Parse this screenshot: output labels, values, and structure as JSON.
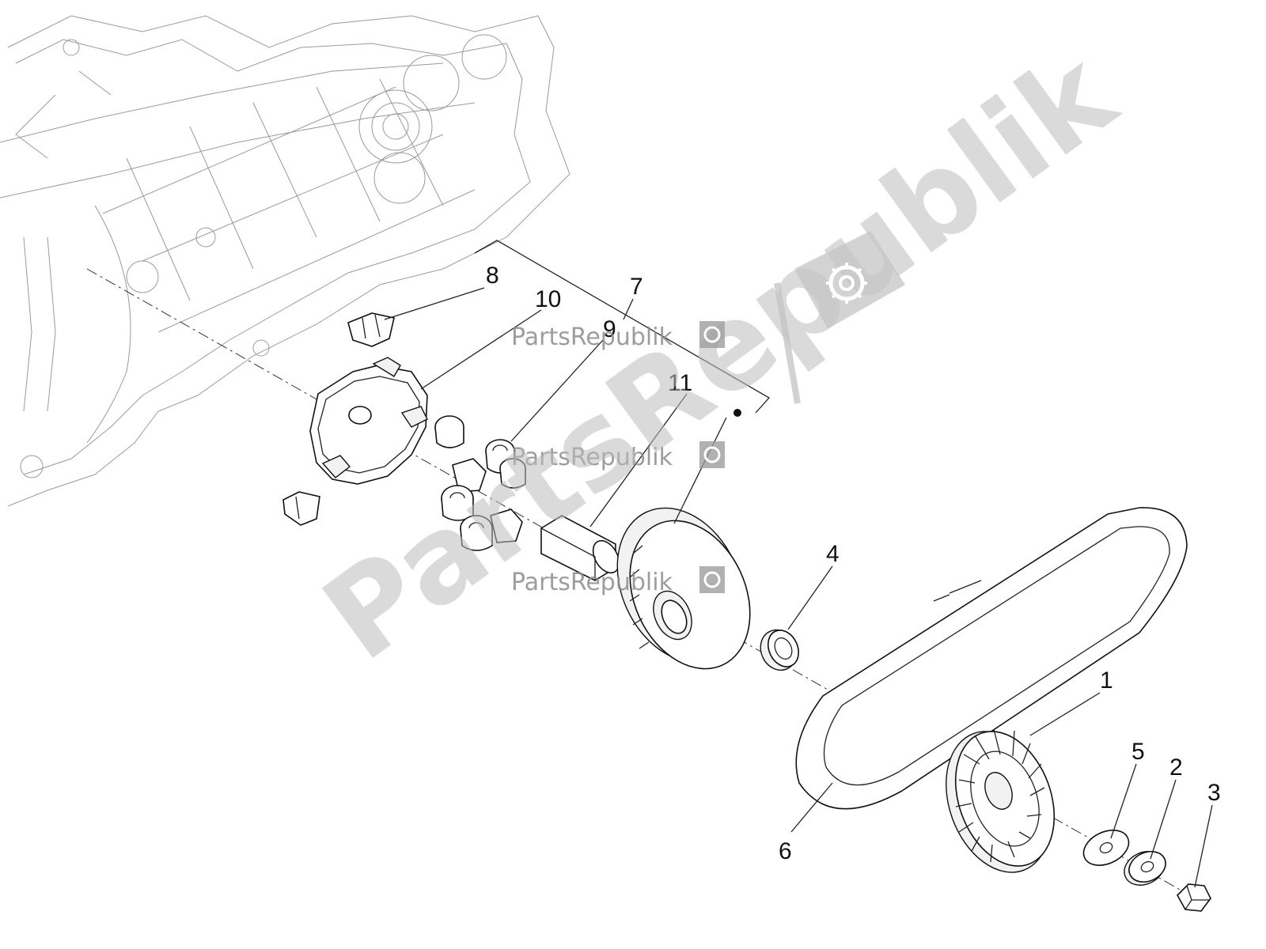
{
  "watermark": {
    "brand": "PartsRepublik",
    "color": "#b0b0b0",
    "icon": "gear-flag-icon"
  },
  "callouts": [
    {
      "id": "1",
      "label": "1"
    },
    {
      "id": "2",
      "label": "2"
    },
    {
      "id": "3",
      "label": "3"
    },
    {
      "id": "4",
      "label": "4"
    },
    {
      "id": "5",
      "label": "5"
    },
    {
      "id": "6",
      "label": "6"
    },
    {
      "id": "7",
      "label": "7"
    },
    {
      "id": "8",
      "label": "8"
    },
    {
      "id": "9",
      "label": "9"
    },
    {
      "id": "10",
      "label": "10"
    },
    {
      "id": "11",
      "label": "11"
    }
  ]
}
